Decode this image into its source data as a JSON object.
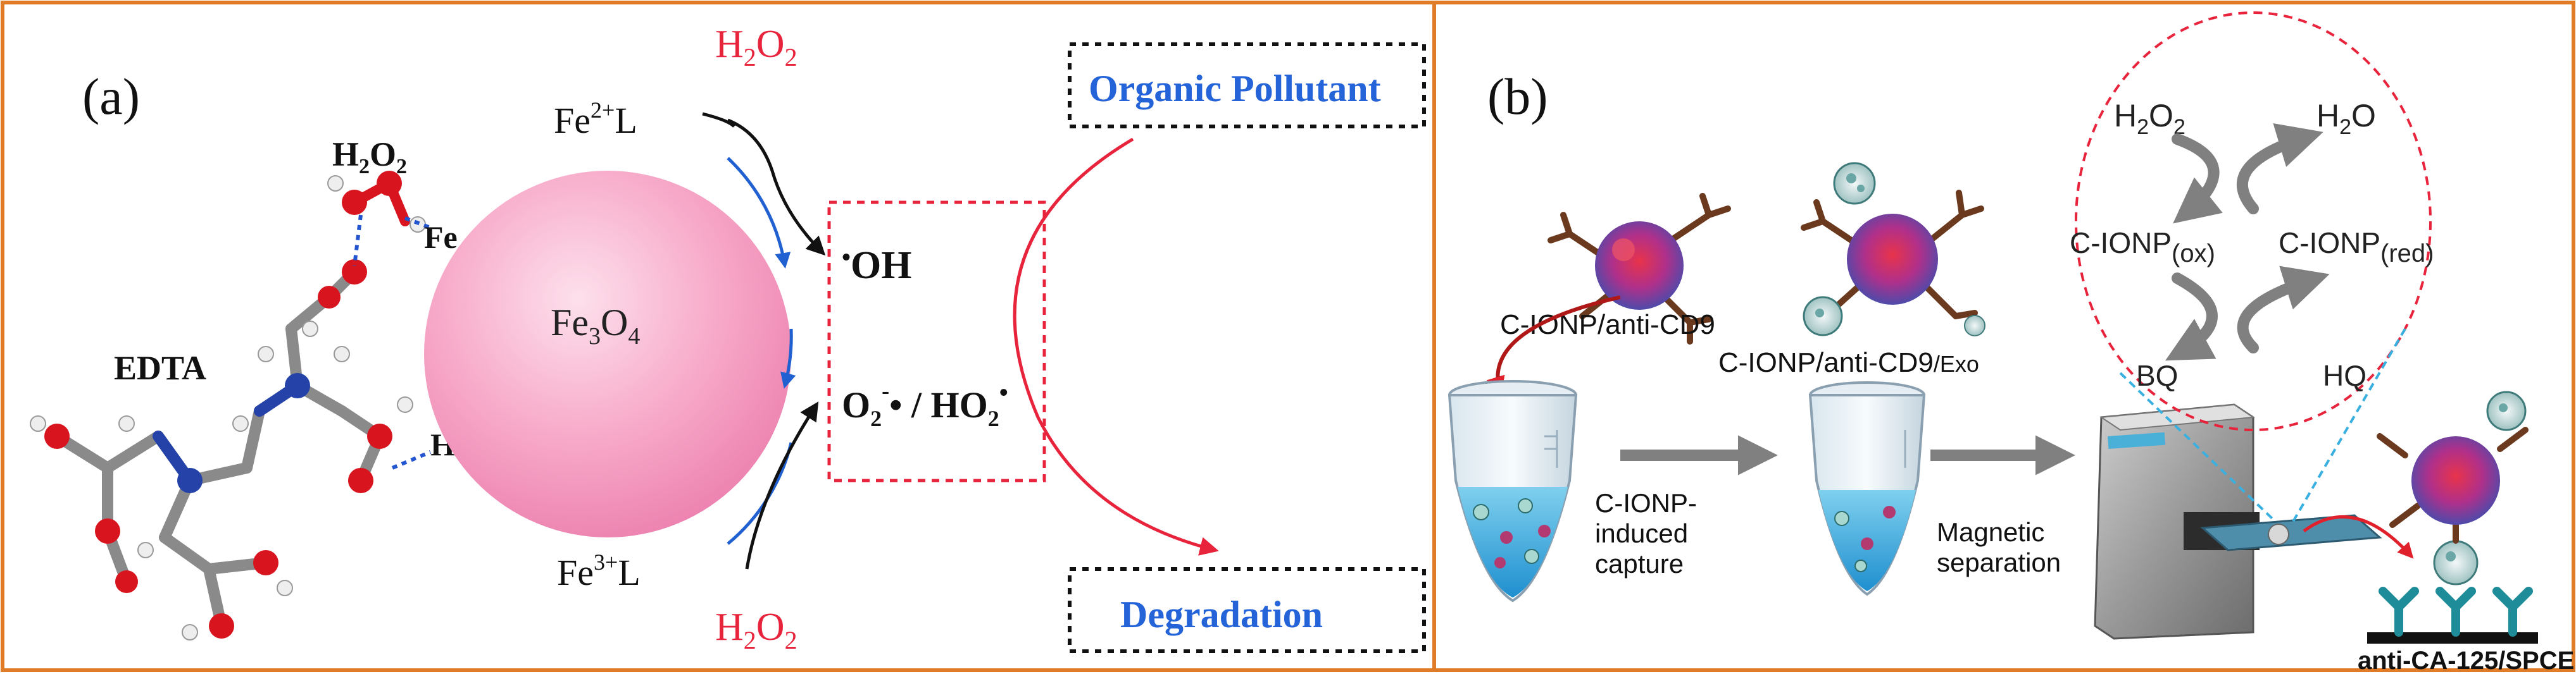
{
  "panel_a": {
    "label": "(a)",
    "h2o2_label": "H",
    "h2o2_sub": "2",
    "h2o2_o": "O",
    "h2o2_sub2": "2",
    "h2o2_black_pre": "H",
    "edta": "EDTA",
    "fe": "Fe",
    "hofe": "HOFe",
    "fe_core_pre": "Fe",
    "fe_core_sub1": "3",
    "fe_core_mid": "O",
    "fe_core_sub2": "4",
    "fe2_pre": "Fe",
    "fe2_sup": "2+",
    "fe2_post": "L",
    "fe3_pre": "Fe",
    "fe3_sup": "3+",
    "fe3_post": "L",
    "oh_dot": "•",
    "oh": "OH",
    "o2_pre": "O",
    "o2_sub": "2",
    "o2_sup": "-",
    "o2_mid": "• / HO",
    "o2_sub2": "2",
    "o2_dot": "•",
    "organic_pollutant": "Organic Pollutant",
    "degradation": "Degradation"
  },
  "panel_b": {
    "label": "(b)",
    "cionp_anti_cd9": "C-IONP/anti-CD9",
    "cionp_anti_cd9_exo_a": "C-IONP/anti-CD9",
    "cionp_anti_cd9_exo_b": "/Exo",
    "capture_1": "C-IONP-",
    "capture_2": "induced",
    "capture_3": "capture",
    "magnetic_1": "Magnetic",
    "magnetic_2": "separation",
    "h2o2_pre": "H",
    "h2o2_sub": "2",
    "h2o2_mid": "O",
    "h2o2_sub2": "2",
    "h2o_pre": "H",
    "h2o_sub": "2",
    "h2o_post": "O",
    "cionp_ox": "C-IONP",
    "ox_sub": "(ox)",
    "cionp_red": "C-IONP",
    "red_sub": "(red)",
    "bq": "BQ",
    "hq": "HQ",
    "electrode": "anti-CA-125/SPCE"
  },
  "colors": {
    "frame": "#e07b28",
    "h2o2_red": "#e8233c",
    "blue_text": "#2463d8",
    "sphere": "#f6a3c4",
    "dashed_red": "#e8233c",
    "arrow_gray": "#7f7f7f",
    "electrode_teal": "#1f8c9a"
  }
}
